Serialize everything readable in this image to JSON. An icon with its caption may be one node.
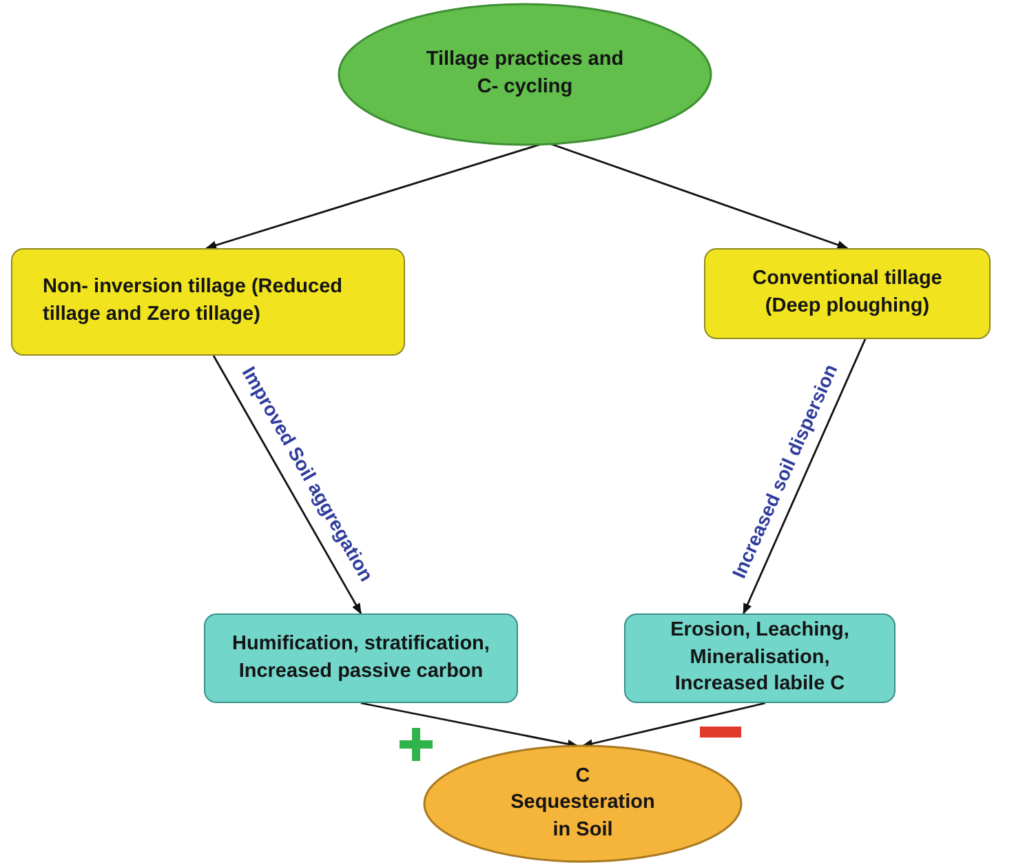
{
  "diagram": {
    "nodes": [
      {
        "text": [
          "Tillage practices and C- cycling"
        ]
      },
      {
        "text": [
          "Non- inversion tillage (Reduced tillage and Zero tillage)"
        ]
      },
      {
        "text": [
          "Conventional tillage (Deep ploughing)"
        ]
      },
      {
        "text": [
          "Humification, stratification, Increased passive carbon"
        ]
      },
      {
        "text": [
          "Erosion, Leaching, Mineralisation, Increased labile C"
        ]
      },
      {
        "text": [
          "C Sequesteration in Soil"
        ]
      }
    ],
    "edges": [
      {
        "from": 0,
        "to": 1,
        "arrow": "to"
      },
      {
        "from": 0,
        "to": 2,
        "arrow": "to"
      },
      {
        "from": 1,
        "to": 3,
        "arrow": "to",
        "label": "Improved Soil aggregation"
      },
      {
        "from": 2,
        "to": 4,
        "arrow": "to",
        "label": "Increased soil dispersion"
      },
      {
        "from": 3,
        "to": 5,
        "arrow": "to"
      },
      {
        "from": 4,
        "to": 5,
        "arrow": "to"
      }
    ]
  }
}
